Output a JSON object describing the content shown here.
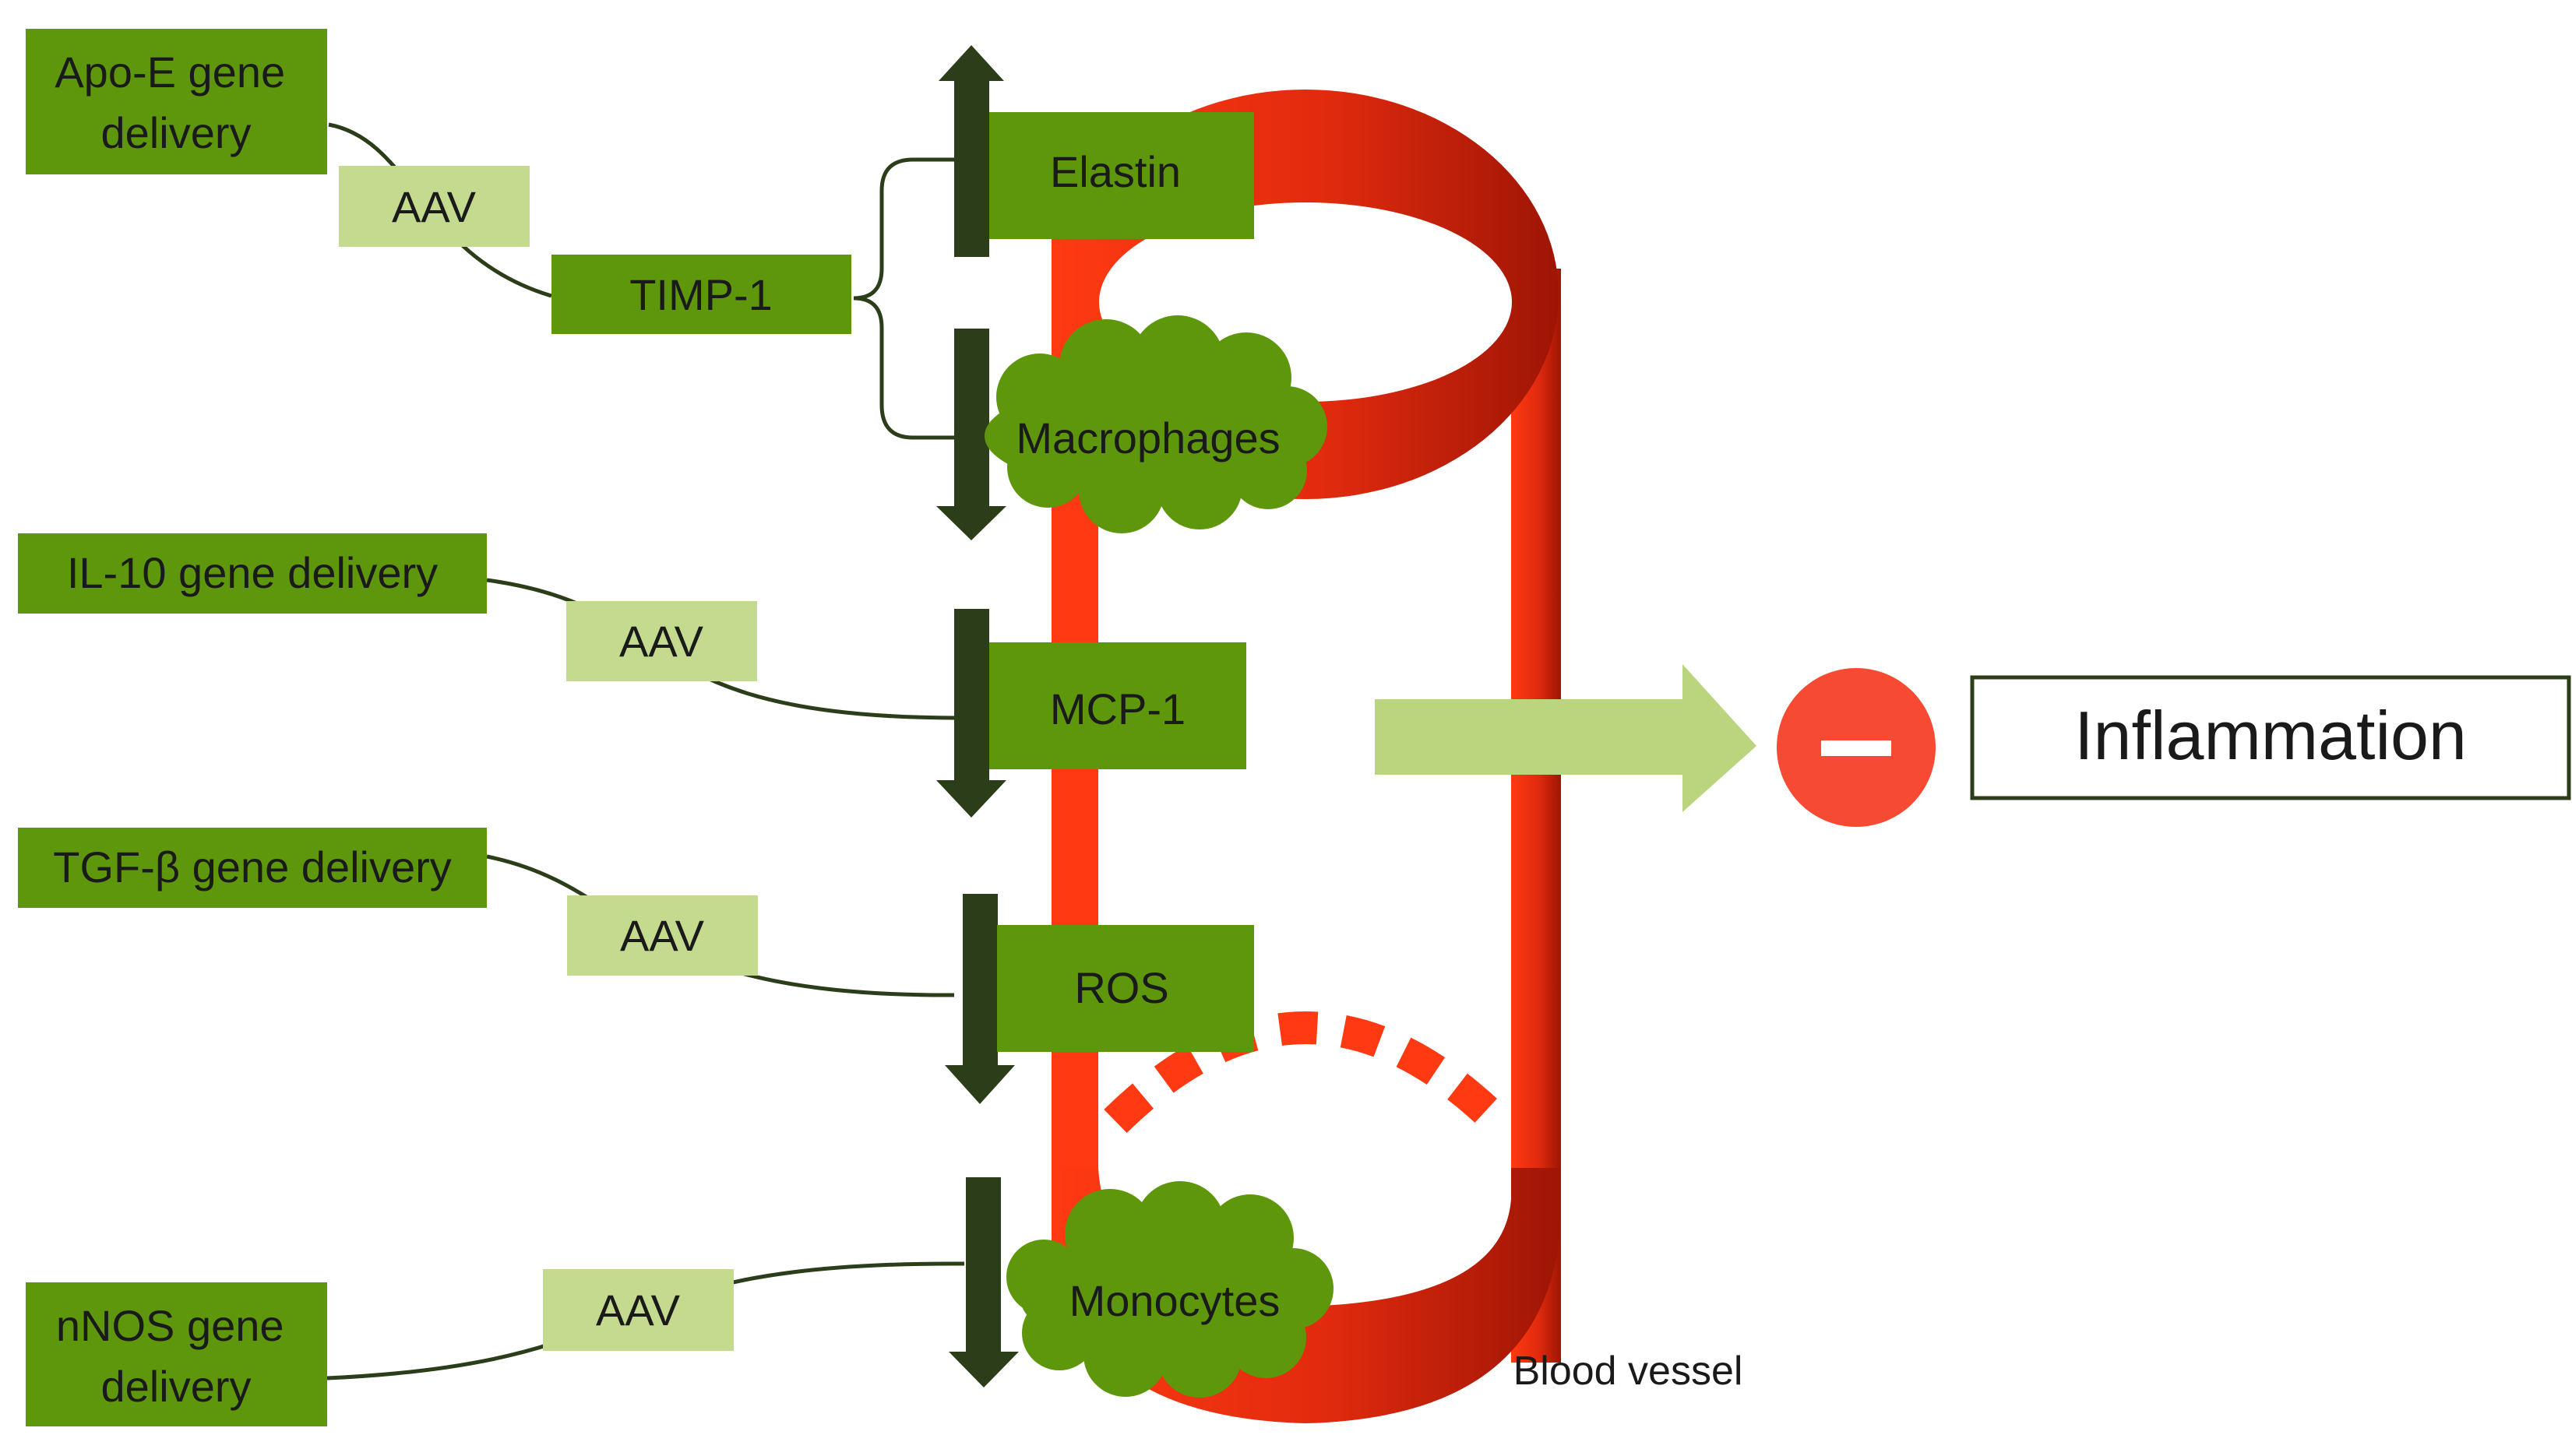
{
  "nodes": {
    "apoe_gene_delivery": [
      "Apo-E gene",
      "delivery"
    ],
    "aav_1": "AAV",
    "timp1": "TIMP-1",
    "il10_gene_delivery": "IL-10 gene delivery",
    "aav_2": "AAV",
    "tgfb_gene_delivery": "TGF-β gene delivery",
    "aav_3": "AAV",
    "nnos_gene_delivery": [
      "nNOS gene",
      "delivery"
    ],
    "aav_4": "AAV",
    "elastin": "Elastin",
    "macrophages": "Macrophages",
    "mcp1": "MCP-1",
    "ros": "ROS",
    "monocytes": "Monocytes",
    "blood_vessel": "Blood vessel",
    "inflammation": "Inflammation",
    "minus_sign": "−"
  },
  "colors": {
    "gene_box": "#5E970B",
    "aav_box": "#C4DA8E",
    "target_box": "#5E970B",
    "cell_cloud": "#5E970B",
    "dark_arrow": "#2C3D19",
    "vessel_red": "#FF3B12",
    "vessel_dark_red": "#A81706",
    "big_arrow": "#BBD57E",
    "inhibit_circle": "#F64A32"
  }
}
